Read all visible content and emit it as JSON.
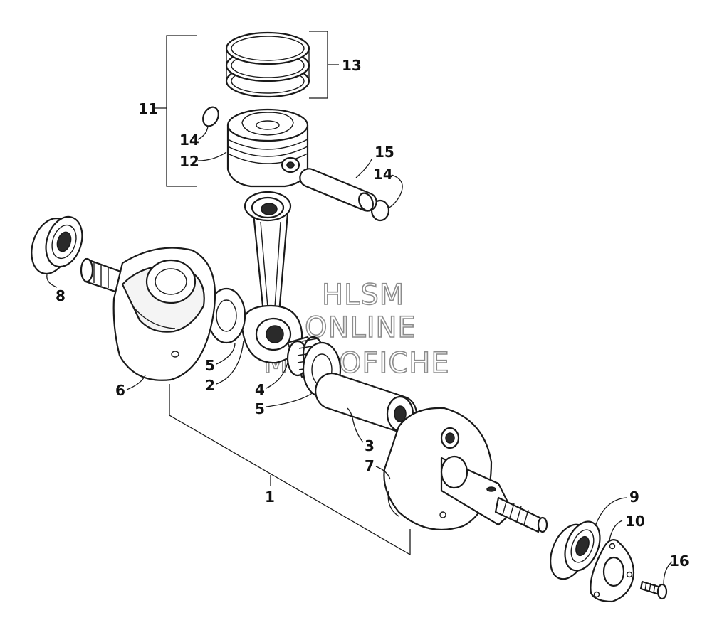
{
  "watermark": {
    "line1": "HLSM",
    "line2": "ONLINE",
    "line3": "MICROFICHE"
  },
  "callouts": {
    "c1": "1",
    "c2": "2",
    "c3": "3",
    "c4": "4",
    "c5a": "5",
    "c5b": "5",
    "c6": "6",
    "c7": "7",
    "c8": "8",
    "c9": "9",
    "c10": "10",
    "c11": "11",
    "c12": "12",
    "c13": "13",
    "c14a": "14",
    "c14b": "14",
    "c15": "15",
    "c16": "16"
  },
  "parts": [
    "piston-rings",
    "piston",
    "piston-clip",
    "piston-pin",
    "connecting-rod",
    "needle-bearing",
    "thrust-washer",
    "crank-pin",
    "crankshaft-left",
    "crankshaft-right",
    "bearing-left",
    "bearing-right",
    "bearing-retainer-plate",
    "screw"
  ]
}
